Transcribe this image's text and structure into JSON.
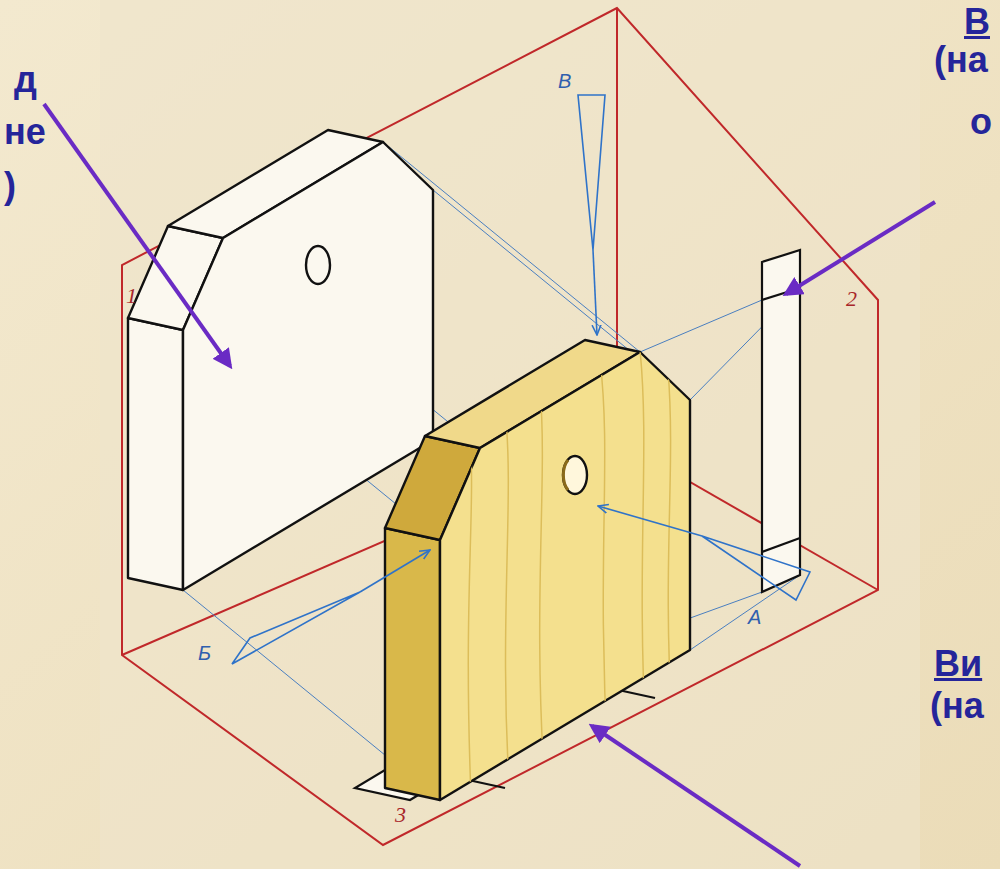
{
  "diagram": {
    "labels": [
      "д",
      "не",
      ")",
      "В",
      "(на",
      "о",
      "В",
      "1",
      "2",
      "А",
      "Б",
      "3",
      "Ви",
      "(на"
    ]
  }
}
